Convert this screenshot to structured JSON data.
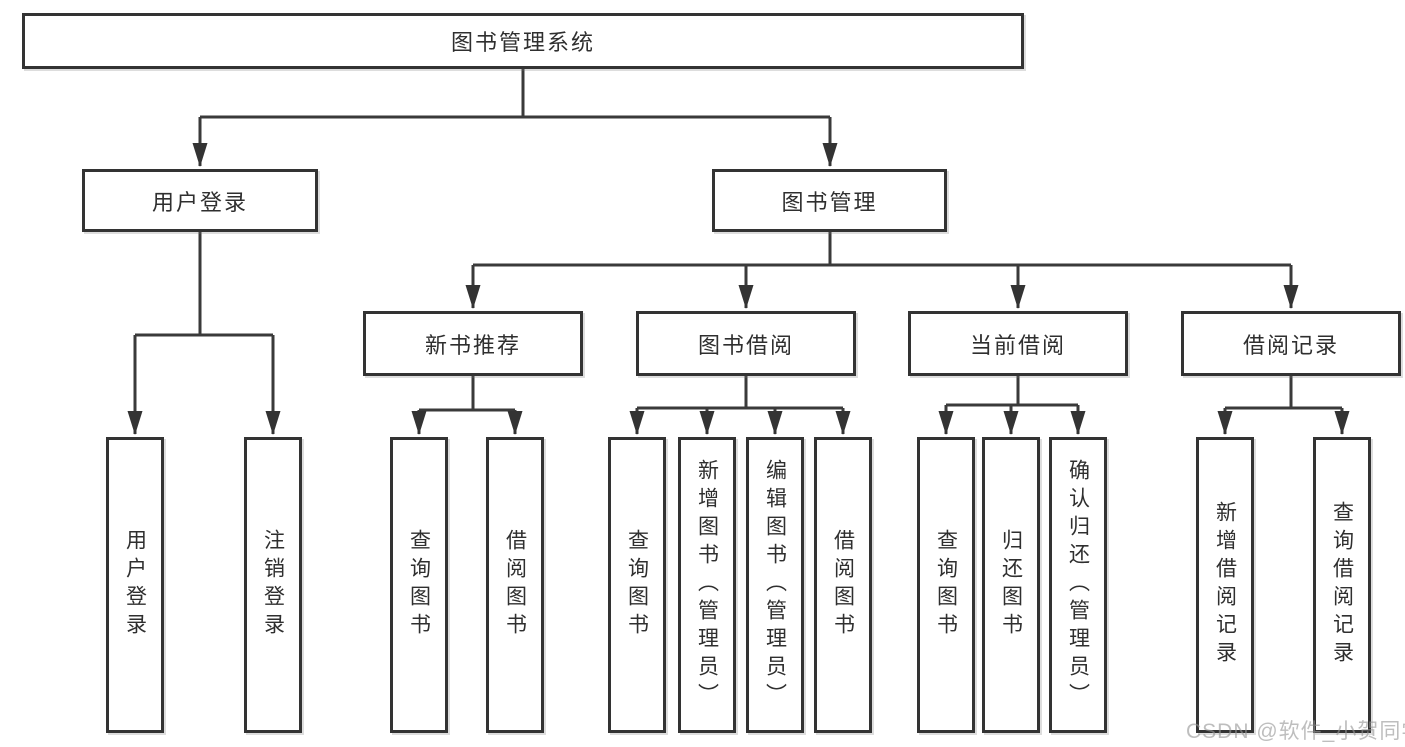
{
  "diagram": {
    "colors": {
      "box_border": "#333333",
      "connector_line": "#3a3a3a",
      "text": "#2f2f2f",
      "watermark": "#bdbdbd"
    },
    "root": {
      "label": "图书管理系统"
    },
    "branches": [
      {
        "label": "用户登录",
        "children": [
          {
            "label": "用户登录"
          },
          {
            "label": "注销登录"
          }
        ]
      },
      {
        "label": "图书管理",
        "children": [
          {
            "label": "新书推荐",
            "children": [
              {
                "label": "查询图书"
              },
              {
                "label": "借阅图书"
              }
            ]
          },
          {
            "label": "图书借阅",
            "children": [
              {
                "label": "查询图书"
              },
              {
                "label": "新增图书（管理员）"
              },
              {
                "label": "编辑图书（管理员）"
              },
              {
                "label": "借阅图书"
              }
            ]
          },
          {
            "label": "当前借阅",
            "children": [
              {
                "label": "查询图书"
              },
              {
                "label": "归还图书"
              },
              {
                "label": "确认归还（管理员）"
              }
            ]
          },
          {
            "label": "借阅记录",
            "children": [
              {
                "label": "新增借阅记录"
              },
              {
                "label": "查询借阅记录"
              }
            ]
          }
        ]
      }
    ]
  },
  "watermark": {
    "text": "CSDN @软件_小贺同学"
  }
}
